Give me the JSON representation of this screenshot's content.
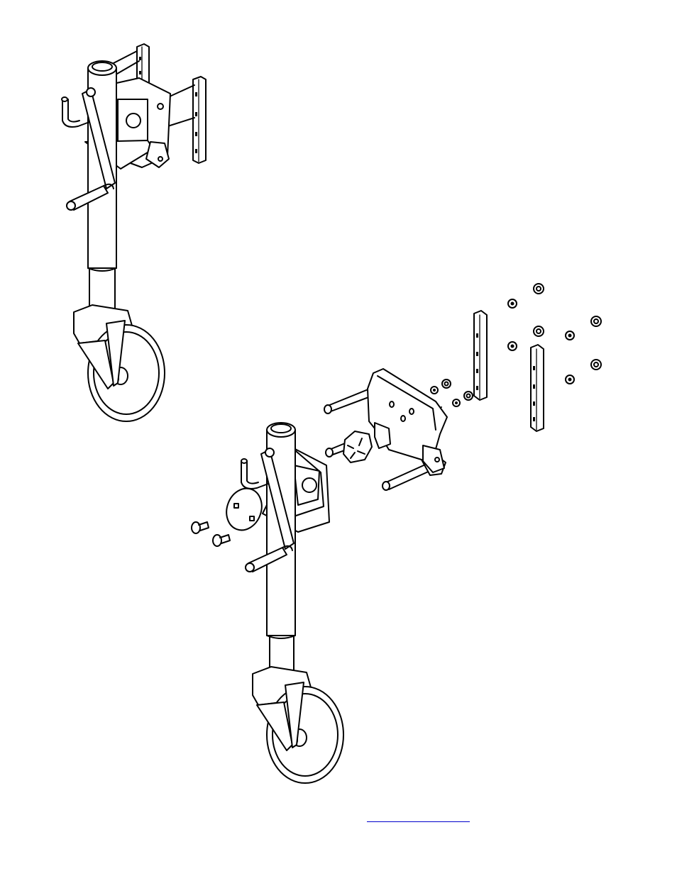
{
  "diagram": {
    "assembled_view": "assembled-jack",
    "exploded_view": "exploded-jack",
    "parts": [
      "jack-post",
      "crank-handle",
      "wheel",
      "mount-bracket",
      "swivel-plate",
      "bolts",
      "washers",
      "nuts",
      "rails",
      "round-plate",
      "pins"
    ]
  },
  "footer": {
    "link_text": ""
  },
  "colors": {
    "line": "#000000",
    "background": "#ffffff",
    "link": "#0000cc"
  }
}
